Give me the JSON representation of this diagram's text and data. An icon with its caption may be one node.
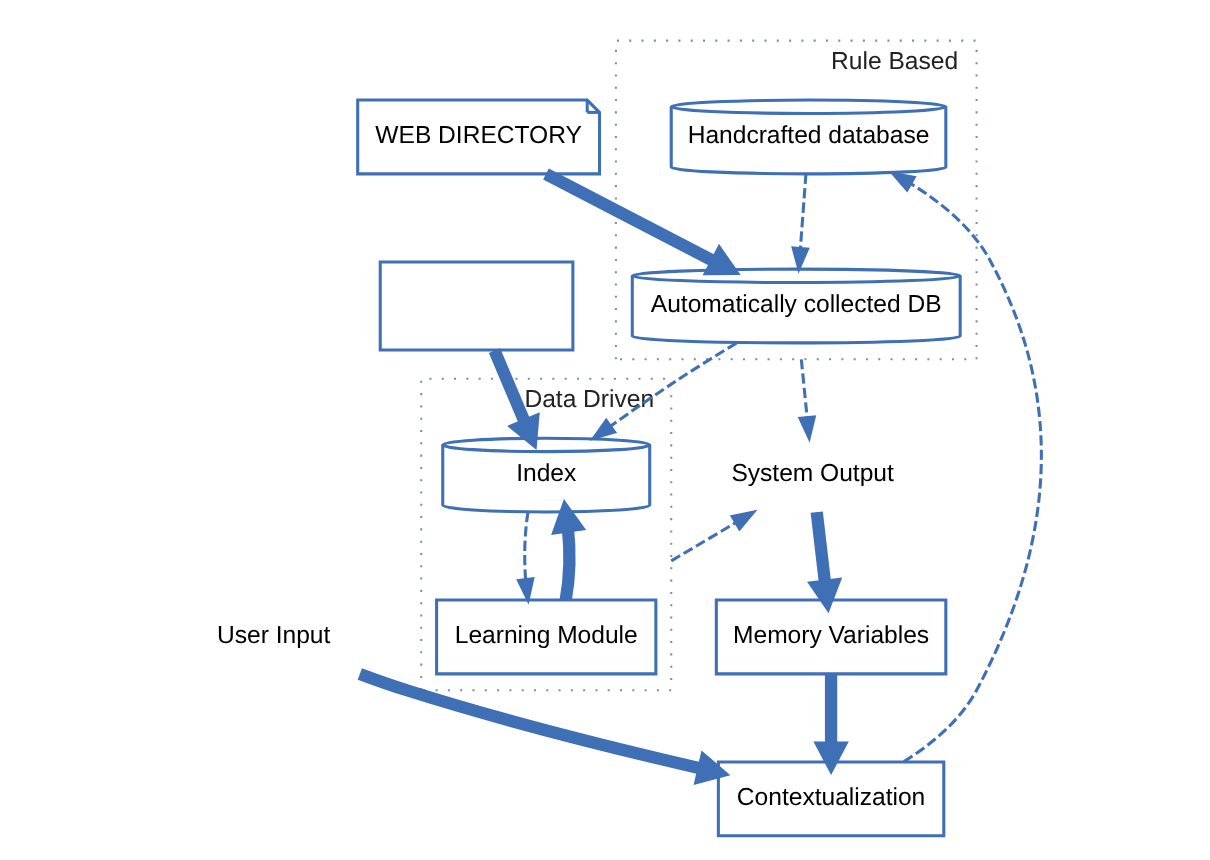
{
  "diagram": {
    "nodes": [
      {
        "text": [
          "User Input"
        ]
      },
      {
        "text": [
          "Contextualization"
        ]
      },
      {
        "text": [
          "Memory Variables"
        ]
      },
      {
        "text": [
          "Rule Based"
        ]
      },
      {
        "text": [
          "Handcrafted database"
        ],
        "in": 3
      },
      {
        "text": [
          "Automatically collected DB"
        ],
        "in": 3
      },
      {
        "text": [
          "WEB DIRECTORY"
        ]
      },
      {
        "text": [
          "Data Driven"
        ]
      },
      {
        "text": [
          "Index"
        ],
        "in": 7
      },
      {
        "text": [
          "Learning Module"
        ],
        "in": 7
      },
      {
        "text": [],
        "shape": "box"
      },
      {
        "text": [
          "System Output"
        ]
      }
    ],
    "edges": [
      {
        "from": 0,
        "to": 1,
        "arrow": "to",
        "style": "thick"
      },
      {
        "from": 2,
        "to": 1,
        "arrow": "to",
        "style": "thick"
      },
      {
        "from": 1,
        "to": 4,
        "arrow": "to",
        "style": "dashed"
      },
      {
        "from": 4,
        "to": 5,
        "arrow": "to",
        "style": "dashed"
      },
      {
        "from": 6,
        "to": 5,
        "arrow": "to",
        "style": "thick"
      },
      {
        "from": 5,
        "to": 8,
        "arrow": "to",
        "style": "dashed"
      },
      {
        "from": 10,
        "to": 8,
        "arrow": "to",
        "style": "thick"
      },
      {
        "from": 8,
        "to": 9,
        "arrow": "to",
        "style": "dashed"
      },
      {
        "from": 9,
        "to": 8,
        "arrow": "to",
        "style": "thick"
      },
      {
        "from": 3,
        "to": 11,
        "arrow": "to",
        "style": "dashed"
      },
      {
        "from": 7,
        "to": 11,
        "arrow": "to",
        "style": "dashed"
      },
      {
        "from": 11,
        "to": 2,
        "arrow": "to",
        "style": "thick"
      }
    ]
  }
}
